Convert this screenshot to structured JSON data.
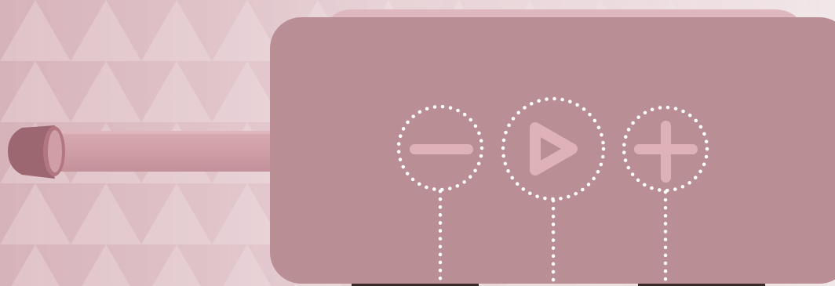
{
  "colors": {
    "background": "#ecdde0",
    "background_triangles": "#dcbcc3",
    "device_body": "#ba8e95",
    "device_top_lip": "#dfb7be",
    "button_glyph": "#dfb2b9",
    "callout_line": "#ffffff",
    "cable": "#cf9ea6",
    "plug": "#a36a73",
    "feet": "#3b2a2c"
  },
  "buttons": [
    {
      "name": "volume-down",
      "icon": "minus-icon"
    },
    {
      "name": "play-pause",
      "icon": "play-icon"
    },
    {
      "name": "volume-up",
      "icon": "plus-icon"
    }
  ]
}
